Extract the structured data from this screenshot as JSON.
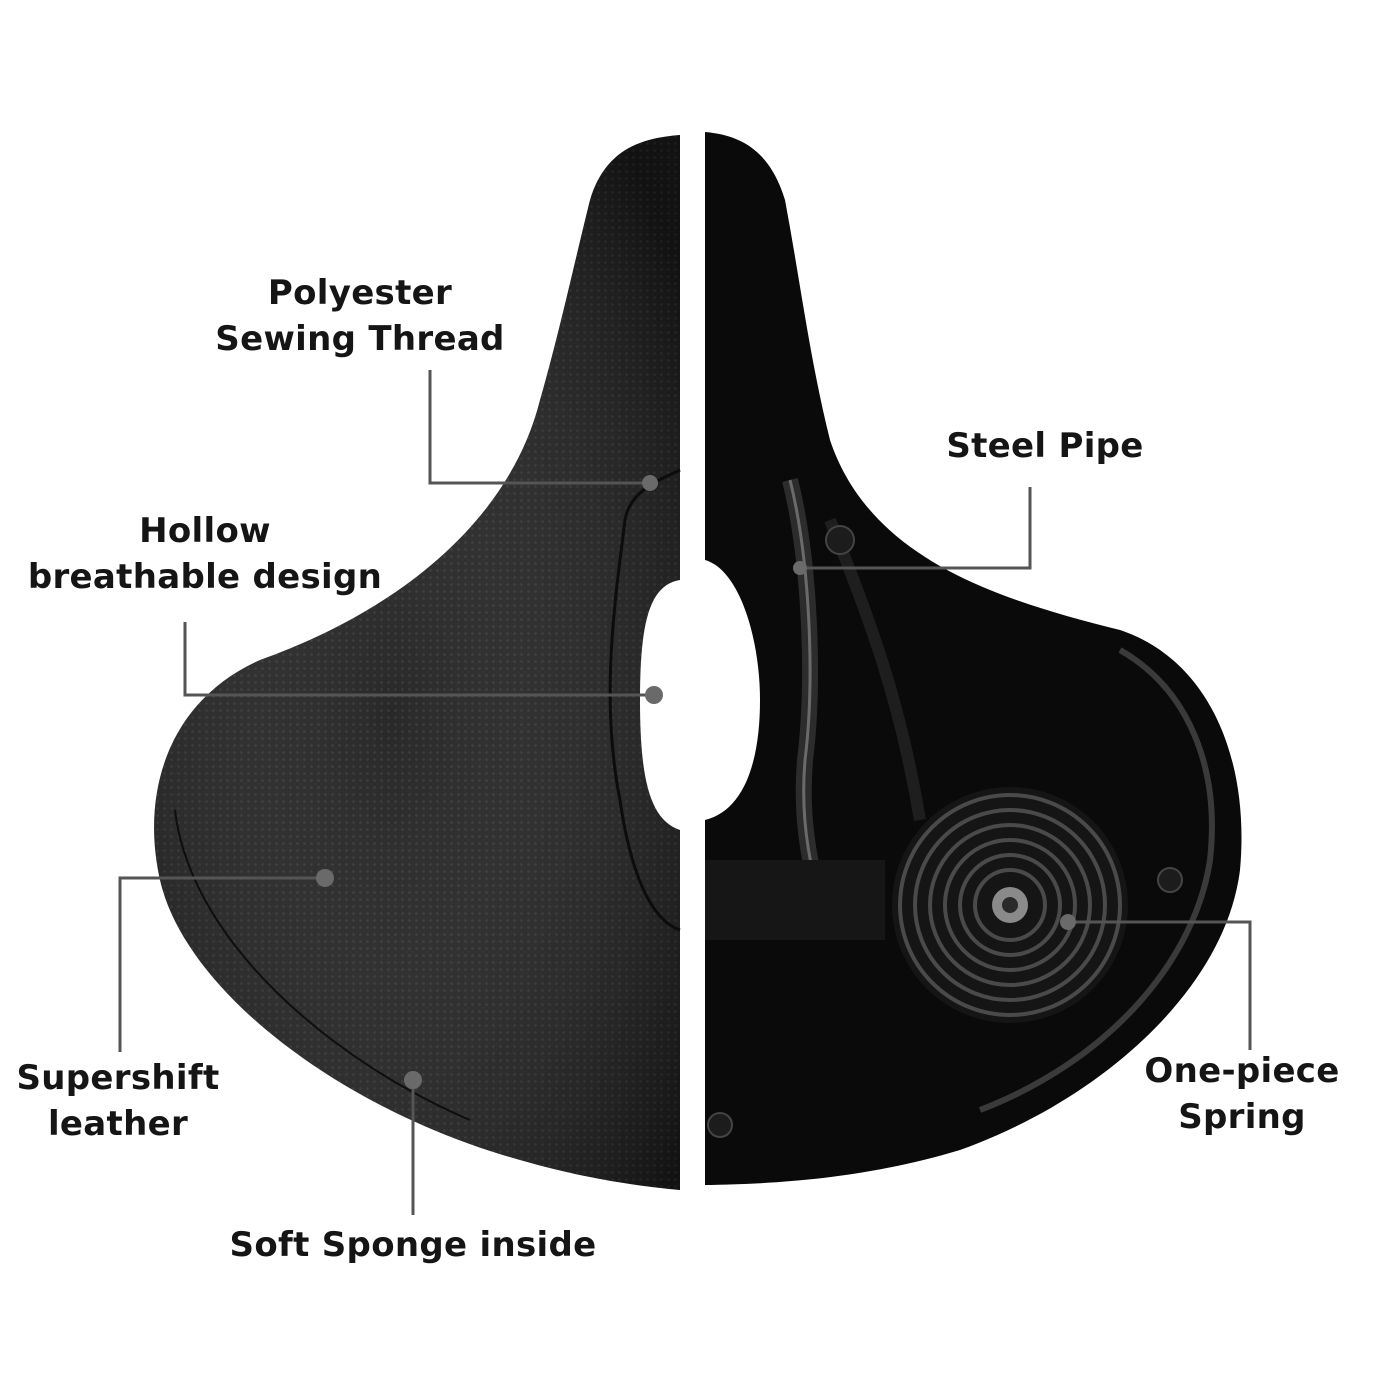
{
  "colors": {
    "background": "#ffffff",
    "saddle_top": "#1b1b1b",
    "saddle_underside": "#0a0a0a",
    "leader_line": "#555555",
    "label_text": "#151515"
  },
  "callouts": {
    "polyester": {
      "line1": "Polyester",
      "line2": "Sewing Thread"
    },
    "hollow": {
      "line1": "Hollow",
      "line2": "breathable design"
    },
    "leather": {
      "line1": "Supershift",
      "line2": "leather"
    },
    "sponge": {
      "line1": "Soft Sponge inside"
    },
    "steel_pipe": {
      "line1": "Steel Pipe"
    },
    "spring": {
      "line1": "One-piece",
      "line2": "Spring"
    }
  }
}
